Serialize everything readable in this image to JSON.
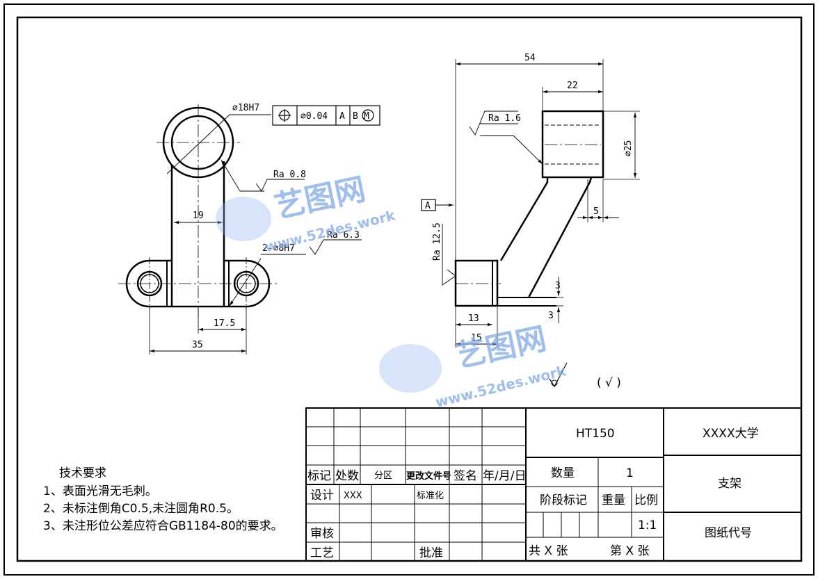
{
  "front_view": {
    "hole_top_label": "⌀18H7",
    "fcf": {
      "symbol": "⌖",
      "tolerance": "⌀0.04",
      "datum1": "A",
      "datum2": "B",
      "modifier": "M"
    },
    "ra_08": "Ra 0.8",
    "ra_63": "Ra 6.3",
    "holes_label": "2-⌀8H7",
    "dim_19": "19",
    "dim_175": "17.5",
    "dim_35": "35"
  },
  "side_view": {
    "dim_54": "54",
    "dim_22": "22",
    "dim_25": "⌀25",
    "dim_5": "5",
    "dim_13": "13",
    "dim_15": "15",
    "dim_3a": "3",
    "dim_3b": "3",
    "ra_16": "Ra 1.6",
    "ra_125": "Ra 12.5",
    "datum_a": "A",
    "general_roughness": "( √ )"
  },
  "watermark": {
    "brand": "艺图网",
    "url": "www.52des.work"
  },
  "tech_req": {
    "title": "技术要求",
    "items": [
      "1、表面光滑无毛刺。",
      "2、未标注倒角C0.5,未注圆角R0.5。",
      "3、未注形位公差应符合GB1184-80的要求。"
    ]
  },
  "title_block": {
    "material": "HT150",
    "school": "XXXX大学",
    "part_name": "支架",
    "drawing_no": "图纸代号",
    "qty_label": "数量",
    "qty": "1",
    "stage_label": "阶段标记",
    "weight_label": "重量",
    "scale_label": "比例",
    "scale": "1:1",
    "total": "共  X  张",
    "sheet": "第  X  张",
    "mark": "标记",
    "count": "处数",
    "zone": "分区",
    "change_doc": "更改文件号",
    "sign": "签名",
    "date": "年/月/日",
    "design": "设计",
    "designer": "XXX",
    "standard": "标准化",
    "review": "审核",
    "process": "工艺",
    "approve": "批准"
  }
}
